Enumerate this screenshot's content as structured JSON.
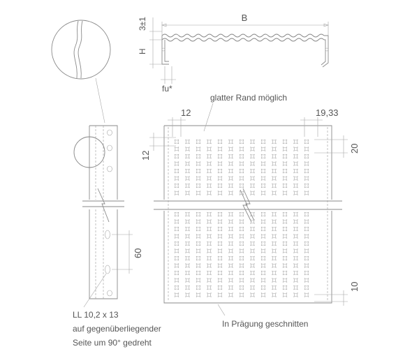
{
  "labels": {
    "dim_b": "B",
    "dim_3": "3±1",
    "dim_h": "H",
    "dim_fu": "fu*",
    "smooth_edge": "glatter Rand möglich",
    "dim_12_top": "12",
    "dim_1933": "19,33",
    "dim_12_left": "12",
    "dim_20": "20",
    "dim_60": "60",
    "dim_10": "10",
    "cut_in_pattern": "In Prägung geschnitten",
    "hole_note_line1": "LL 10,2 x 13",
    "hole_note_line2": "auf gegenüberliegender",
    "hole_note_line3": "Seite um 90° gedreht"
  },
  "colors": {
    "line": "#8a8a8a",
    "text": "#555555",
    "background": "#ffffff"
  }
}
